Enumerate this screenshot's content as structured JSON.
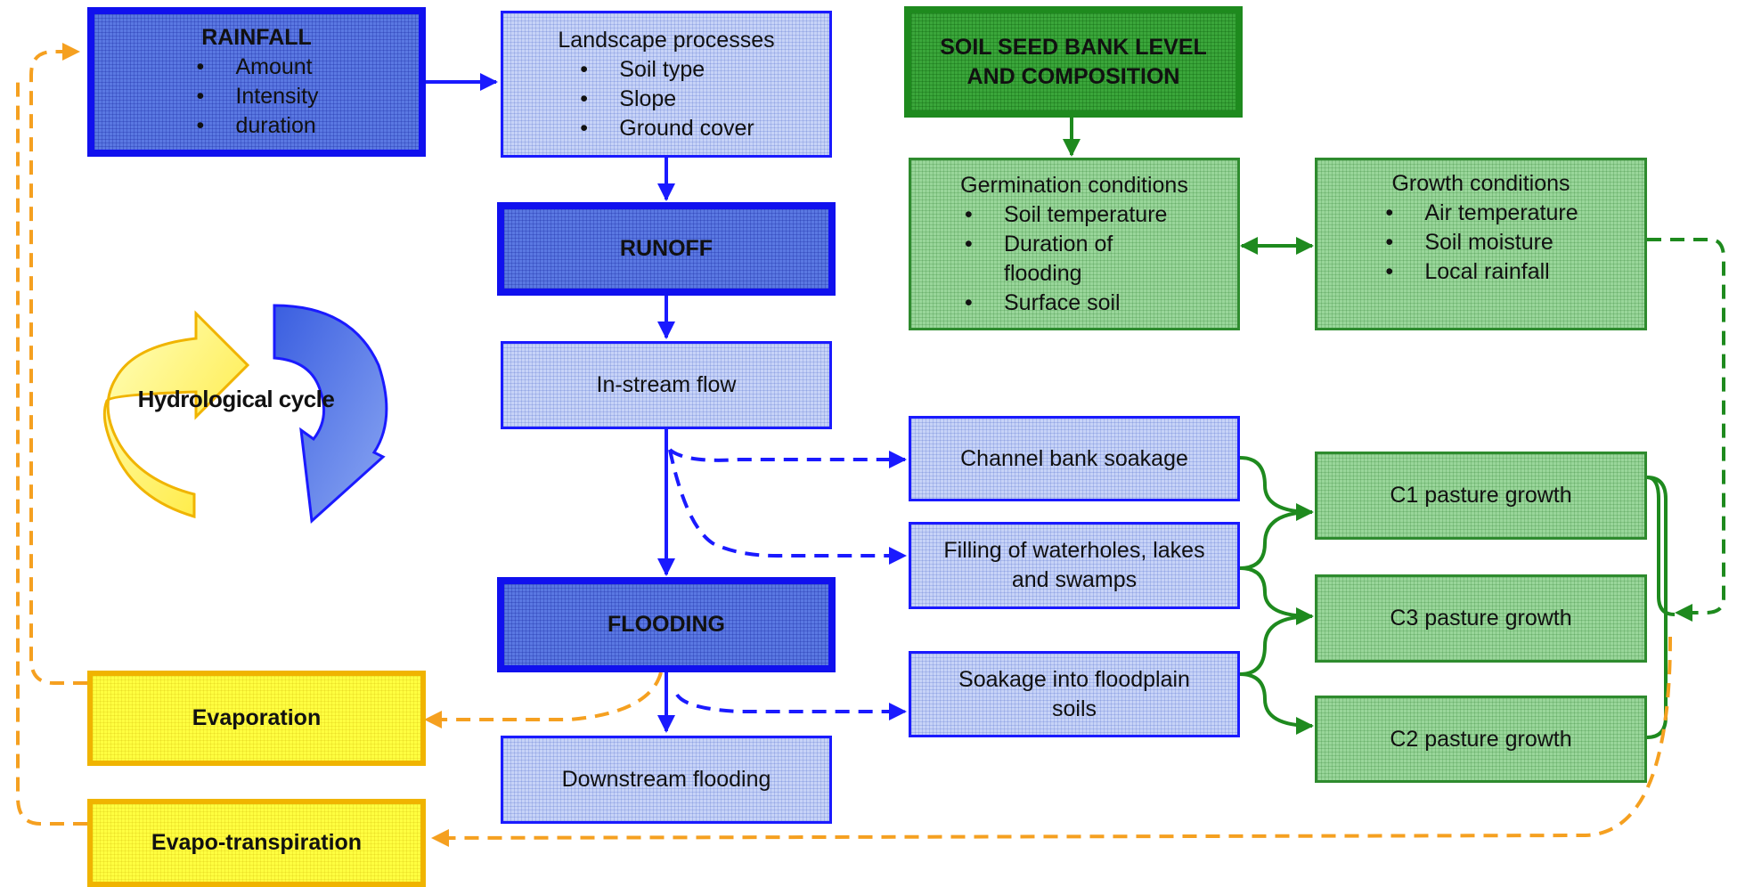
{
  "colors": {
    "blue_box": "#c7d3f7",
    "blue_dark_box": "#5a78e2",
    "blue_line": "#1a1aff",
    "green_box": "#99d69a",
    "green_dark_box": "#3aa63a",
    "green_line": "#1e8a1e",
    "yellow_box": "#ffff40",
    "orange_line": "#f5a020"
  },
  "rainfall": {
    "title": "RAINFALL",
    "items": [
      "Amount",
      "Intensity",
      "duration"
    ]
  },
  "landscape": {
    "title": "Landscape processes",
    "items": [
      "Soil type",
      "Slope",
      "Ground cover"
    ]
  },
  "runoff": {
    "title": "RUNOFF"
  },
  "instream": {
    "title": "In-stream flow"
  },
  "flooding": {
    "title": "FLOODING"
  },
  "downstream": {
    "title": "Downstream flooding"
  },
  "seedbank": {
    "title": "SOIL SEED BANK LEVEL AND COMPOSITION"
  },
  "germination": {
    "title": "Germination conditions",
    "items": [
      "Soil temperature",
      "Duration of flooding",
      "Surface soil"
    ]
  },
  "growth": {
    "title": "Growth conditions",
    "items": [
      "Air temperature",
      "Soil moisture",
      "Local rainfall"
    ]
  },
  "channel": {
    "title": "Channel bank soakage"
  },
  "waterholes": {
    "title": "Filling of waterholes, lakes and swamps"
  },
  "floodplain": {
    "title": "Soakage into floodplain soils"
  },
  "c1": {
    "title": "C1 pasture growth"
  },
  "c3": {
    "title": "C3 pasture growth"
  },
  "c2": {
    "title": "C2 pasture growth"
  },
  "evaporation": {
    "title": "Evaporation"
  },
  "evapotranspiration": {
    "title": "Evapo-transpiration"
  },
  "cycle": {
    "label": "Hydrological cycle"
  }
}
